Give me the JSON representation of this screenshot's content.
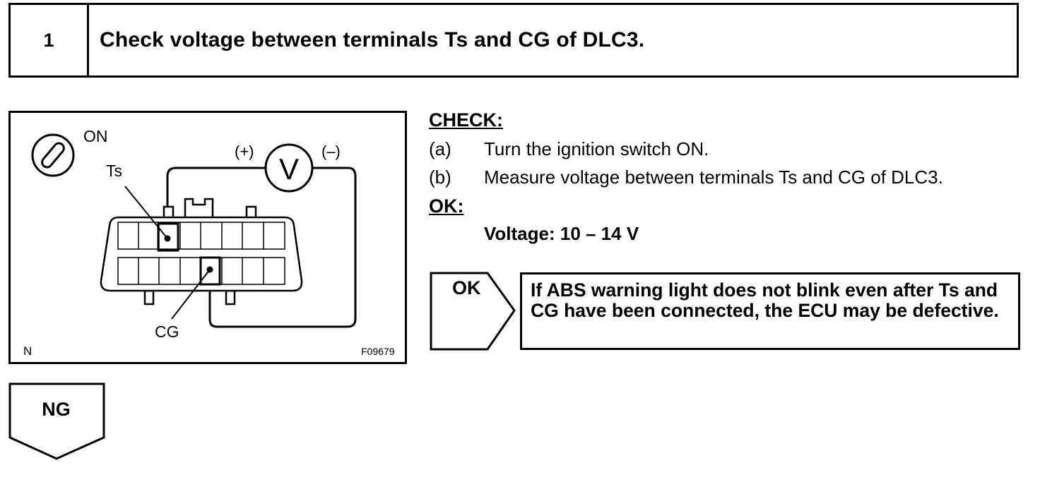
{
  "header": {
    "step_number": "1",
    "title": "Check voltage between terminals Ts and CG of DLC3."
  },
  "figure": {
    "switch_label": "ON",
    "plus_label": "(+)",
    "minus_label": "(–)",
    "meter_label": "V",
    "ts_label": "Ts",
    "cg_label": "CG",
    "corner_left": "N",
    "figure_id": "F09679",
    "icons": [
      "ignition-switch-icon",
      "voltmeter-icon",
      "dlc3-connector-icon"
    ]
  },
  "check": {
    "heading": "CHECK:",
    "steps": [
      {
        "letter": "(a)",
        "text": "Turn the ignition switch ON."
      },
      {
        "letter": "(b)",
        "text": "Measure voltage between terminals Ts and CG of DLC3."
      }
    ]
  },
  "ok": {
    "heading": "OK:",
    "spec": "Voltage: 10 – 14 V"
  },
  "ok_result": {
    "label": "OK",
    "text": "If ABS warning light does not blink even after Ts and CG have been connected, the ECU may be defective."
  },
  "ng_result": {
    "label": "NG"
  }
}
